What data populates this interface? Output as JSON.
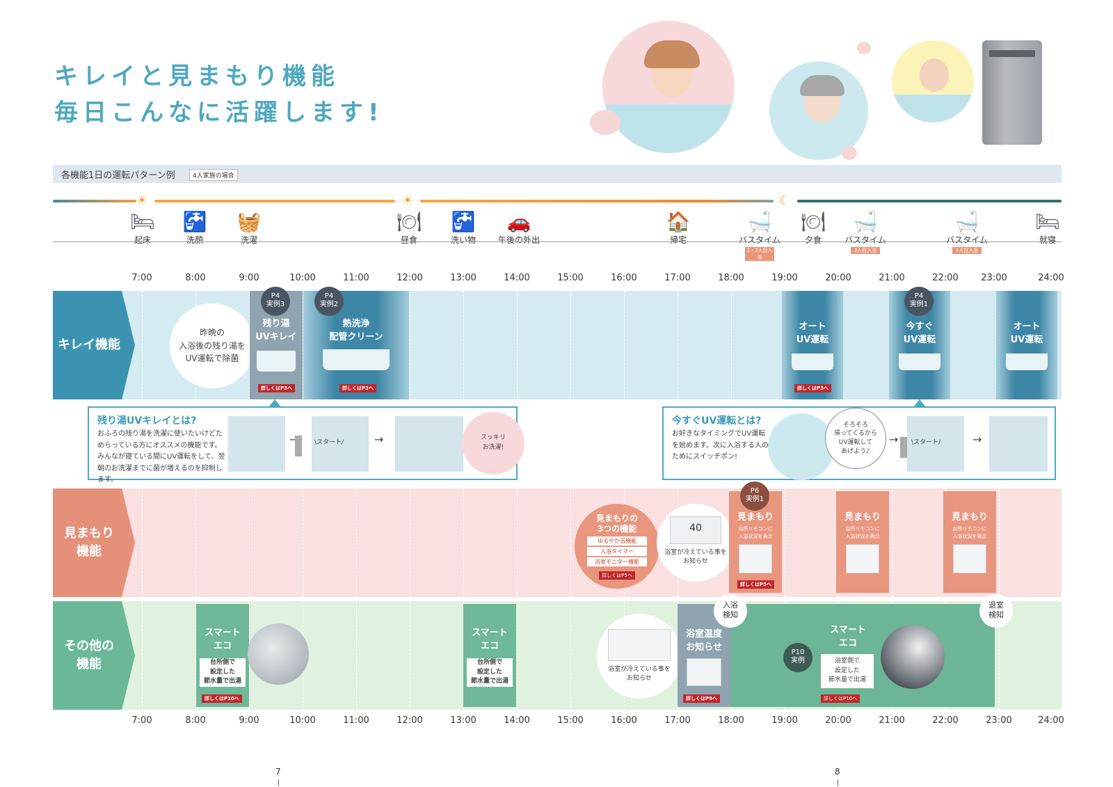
{
  "title": {
    "line1": "キレイと見まもり機能",
    "line2": "毎日こんなに活躍します!"
  },
  "header": {
    "text": "各機能1日の運転パターン例",
    "badge": "4人家族の場合"
  },
  "activities": [
    {
      "label": "起床",
      "icon": "bed-icon",
      "glyph": "🛏"
    },
    {
      "label": "洗顔",
      "icon": "face-wash-icon",
      "glyph": "🚰"
    },
    {
      "label": "洗濯",
      "icon": "laundry-icon",
      "glyph": "🧺"
    },
    {
      "label": "昼食",
      "icon": "meal-icon",
      "glyph": "🍽"
    },
    {
      "label": "洗い物",
      "icon": "dishwashing-icon",
      "glyph": "🚰"
    },
    {
      "label": "午後の外出",
      "icon": "car-icon",
      "glyph": "🚗"
    },
    {
      "label": "帰宅",
      "icon": "home-icon",
      "glyph": "🏠"
    },
    {
      "label": "バスタイム",
      "icon": "bath-icon",
      "glyph": "🛁",
      "tag": "1・2人目入浴"
    },
    {
      "label": "夕食",
      "icon": "meal-icon",
      "glyph": "🍽"
    },
    {
      "label": "バスタイム",
      "icon": "bath-icon",
      "glyph": "🛁",
      "tag": "3人目入浴"
    },
    {
      "label": "バスタイム",
      "icon": "bath-icon",
      "glyph": "🛁",
      "tag": "4人目入浴"
    },
    {
      "label": "就寝",
      "icon": "bed-icon",
      "glyph": "🛏"
    }
  ],
  "times": [
    "7:00",
    "8:00",
    "9:00",
    "10:00",
    "11:00",
    "12:00",
    "13:00",
    "14:00",
    "15:00",
    "16:00",
    "17:00",
    "18:00",
    "19:00",
    "20:00",
    "21:00",
    "22:00",
    "23:00",
    "24:00"
  ],
  "times_bottom": [
    "7:00",
    "8:00",
    "9:00",
    "10:00",
    "11:00",
    "12:00",
    "13:00",
    "14:00",
    "15:00",
    "16:00",
    "17:00",
    "18:00",
    "19:00",
    "20:00",
    "21:00",
    "22:00",
    "23:00",
    "24:00"
  ],
  "kirei": {
    "label": "キレイ機能",
    "bubble": "昨晩の\n入浴後の残り湯を\nUV運転で除菌",
    "box1": {
      "tag": "P4\n実例3",
      "title": "残り湯\nUVキレイ",
      "detail": "詳しくはP3へ"
    },
    "box2": {
      "tag": "P4\n実例2",
      "title": "熱洗浄\n配管クリーン",
      "detail": "詳しくはP3へ"
    },
    "box3": {
      "title": "オート\nUV運転",
      "detail": "詳しくはP3へ"
    },
    "box4": {
      "tag": "P4\n実例1",
      "title": "今すぐ\nUV運転"
    },
    "box5": {
      "title": "オート\nUV運転"
    }
  },
  "info1": {
    "heading": "残り湯UVキレイとは?",
    "body": "おふろの残り湯を洗濯に使いたいけどためらっている方にオススメの機能です。みんなが寝ている間にUV運転をして、翌朝のお洗濯までに菌が増えるのを抑制します。",
    "start": "\\スタート/",
    "bubble": "スッキリ\nお洗濯!"
  },
  "info2": {
    "heading": "今すぐUV運転とは?",
    "body": "お好きなタイミングでUV運転を始めます。次に入浴する人のためにスイッチポン!",
    "bubble": "そろそろ\n帰ってくるから\nUV運転して\nあげよう♪",
    "start": "\\スタート/"
  },
  "mimamori": {
    "label": "見まもり\n機能",
    "circle_title": "見まもりの\n3つの機能",
    "circle_items": [
      "ゆるやか浴機能",
      "入浴タイマー",
      "浴室モニター機能"
    ],
    "circle_detail": "詳しくはP5へ",
    "remote_text": "浴室が冷えている事を\nお知らせ",
    "remote_temp": "40",
    "boxes": [
      {
        "tag": "P6\n実例1",
        "title": "見まもり",
        "desc": "台所リモコンに\n入浴状況を表示",
        "detail": "詳しくはP5へ"
      },
      {
        "title": "見まもり",
        "desc": "台所リモコンに\n入浴状況を表示"
      },
      {
        "title": "見まもり",
        "desc": "台所リモコンに\n入浴状況を表示"
      }
    ]
  },
  "other": {
    "label": "その他の\n機能",
    "eco1": {
      "title": "スマート\nエコ",
      "desc": "台所側で\n設定した\n節水量で出湯",
      "detail": "詳しくはP10へ"
    },
    "eco2": {
      "title": "スマート\nエコ",
      "desc": "台所側で\n設定した\n節水量で出湯"
    },
    "remote_text": "浴室が冷えている事を\nお知らせ",
    "temp": {
      "title": "浴室温度\nお知らせ",
      "detail": "詳しくはP9へ"
    },
    "enter": "入浴\n検知",
    "exit": "退室\n検知",
    "eco3": {
      "tag": "P10\n実例",
      "title": "スマート\nエコ",
      "desc": "浴室側で\n設定した\n節水量で出湯",
      "detail": "詳しくはP10へ"
    }
  },
  "pages": {
    "left": "7",
    "right": "8"
  },
  "colors": {
    "accent": "#4fa8bf",
    "kirei": "#3e86a6",
    "mimamori": "#e8967e",
    "other": "#6fb89a"
  }
}
